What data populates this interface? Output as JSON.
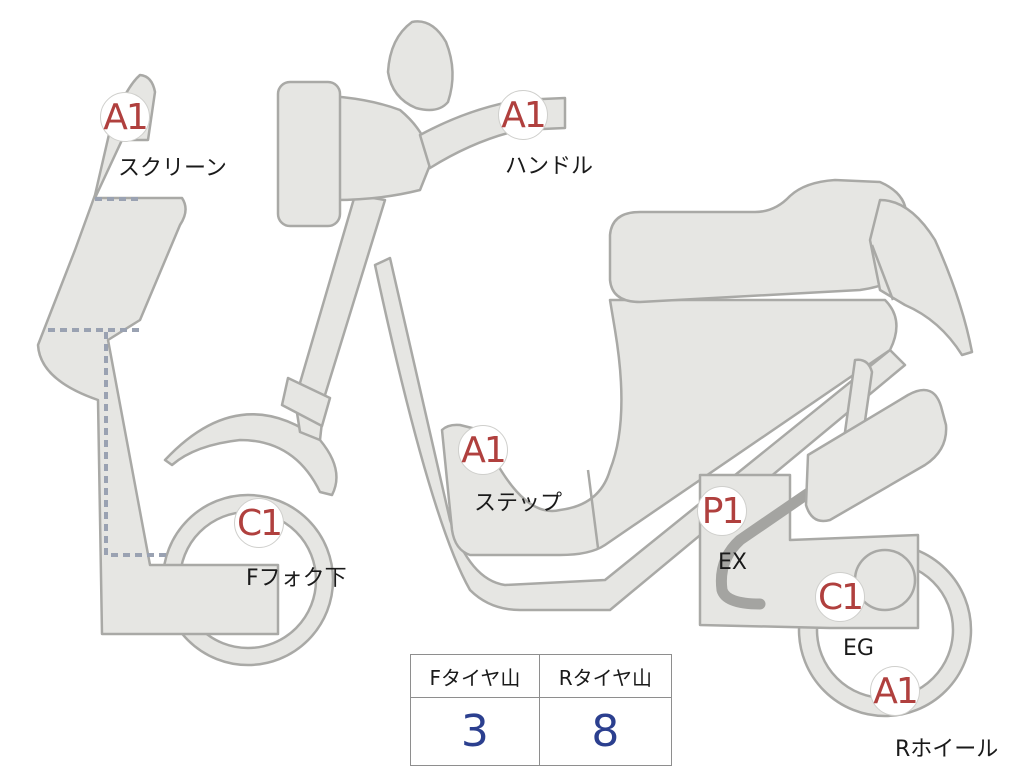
{
  "badge_color": "#b0403e",
  "value_color": "#2b3f8f",
  "callouts": [
    {
      "id": "screen",
      "grade": "A1",
      "part": "スクリーン"
    },
    {
      "id": "handle",
      "grade": "A1",
      "part": "ハンドル"
    },
    {
      "id": "step",
      "grade": "A1",
      "part": "ステップ"
    },
    {
      "id": "ffork",
      "grade": "C1",
      "part": "Fフォク下"
    },
    {
      "id": "ex",
      "grade": "P1",
      "part": "EX"
    },
    {
      "id": "eg",
      "grade": "C1",
      "part": "EG"
    },
    {
      "id": "rwheel",
      "grade": "A1",
      "part": "Rホイール"
    }
  ],
  "tread": {
    "front_label": "Fタイヤ山",
    "rear_label": "Rタイヤ山",
    "front_value": "3",
    "rear_value": "8"
  }
}
